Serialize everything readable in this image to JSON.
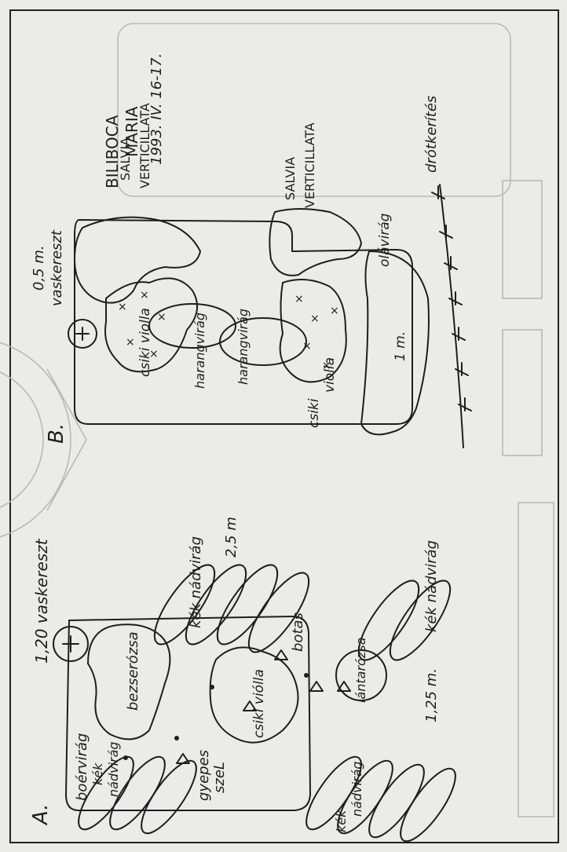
{
  "header": {
    "author_first": "BILIBOCA",
    "author_last": "MARIA",
    "date": "1993. IV. 16-17."
  },
  "sections": {
    "A": "A.",
    "B": "B."
  },
  "plan_a": {
    "cross_label": "1,20 vaskereszt",
    "scale_width": "1,25 m.",
    "scale_length": "2,5 m",
    "plants": {
      "boervirag": "boérvirág",
      "bezserozsa": "bezserózsa",
      "kek_nadvirag_1_a": "kék",
      "kek_nadvirag_1_b": "nádvirág",
      "gyepes_a": "gyepes",
      "gyepes_b": "szeL",
      "kek_nadvirag_2_a": "kék",
      "kek_nadvirag_2_b": "nádvirág",
      "csiki_violla": "csiki viólla",
      "lantarozsa": "lántarózsa",
      "botas": "botas",
      "kek_nadvirag_top": "kék nádvirág",
      "kek_nadvirag_right": "kék nádvirág"
    }
  },
  "plan_b": {
    "cross_label_a": "0,5 m.",
    "cross_label_b": "vaskereszt",
    "scale": "1 m.",
    "plants": {
      "salvia_1_a": "SALVIA",
      "salvia_1_b": "VERTICILLATA",
      "salvia_2_a": "SALVIA",
      "salvia_2_b": "VERTICILLATA",
      "csiki_violla_1": "csiki violla",
      "csiki_violla_2_a": "csiki",
      "csiki_violla_2_b": "violla",
      "harangvirag_1": "harangvirág",
      "harangvirag_2": "harangvirág",
      "olaviraq": "olávirág",
      "drotkerites": "drótkerítés"
    }
  },
  "colors": {
    "ink": "#1e1e1e",
    "paper": "#ebebe7",
    "watermark": "#b9b9b5"
  }
}
